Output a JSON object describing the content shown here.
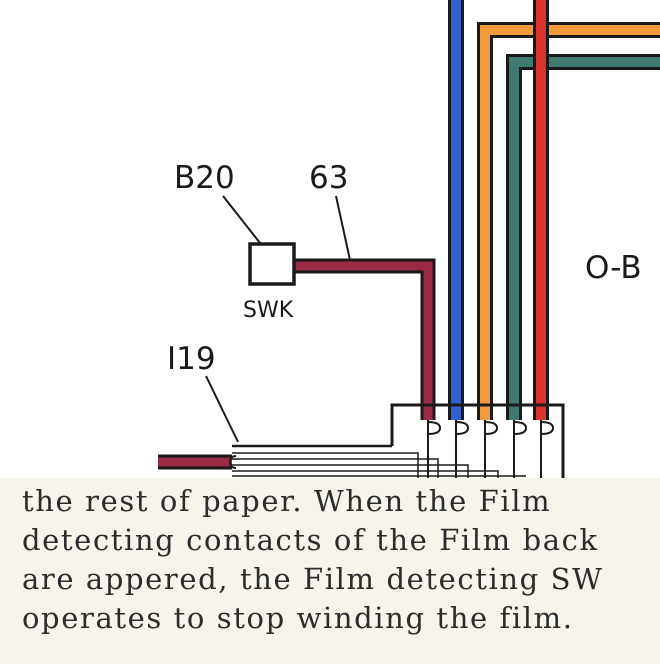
{
  "labels": {
    "b20": "B20",
    "num63": "63",
    "swk": "SWK",
    "i19": "I19",
    "ob": "O-B"
  },
  "colors": {
    "blue": "#2f5fd0",
    "orange": "#f29a3c",
    "teal": "#3f7a70",
    "red": "#d8342c",
    "maroon": "#9a2a45",
    "outline": "#1a1a1a"
  },
  "text": {
    "line1": "the rest of paper. When the Film",
    "line2": "detecting contacts of the Film back",
    "line3": "are appered, the Film detecting SW",
    "line4": "operates to stop winding the film."
  }
}
